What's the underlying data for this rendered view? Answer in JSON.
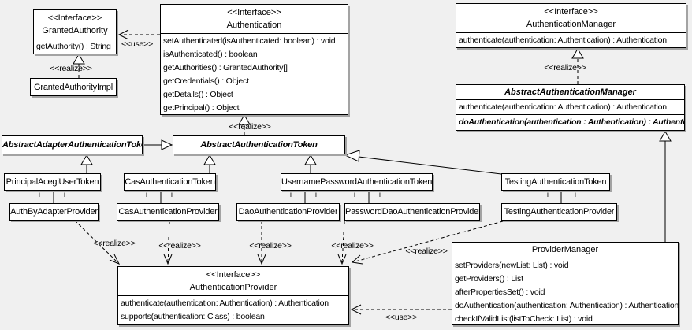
{
  "labels": {
    "use": "<<use>>",
    "realize": "<<realize>>",
    "plus": "+"
  },
  "classes": {
    "granted_authority": {
      "stereotype": "<<Interface>>",
      "name": "GrantedAuthority",
      "methods": [
        "getAuthority() : String"
      ]
    },
    "granted_authority_impl": {
      "name": "GrantedAuthorityImpl"
    },
    "authentication": {
      "stereotype": "<<Interface>>",
      "name": "Authentication",
      "methods": [
        "setAuthenticated(isAuthenticated: boolean) : void",
        "isAuthenticated() : boolean",
        "getAuthorities() : GrantedAuthority[]",
        "getCredentials() : Object",
        "getDetails() : Object",
        "getPrincipal() : Object"
      ]
    },
    "authentication_manager": {
      "stereotype": "<<Interface>>",
      "name": "AuthenticationManager",
      "methods": [
        "authenticate(authentication: Authentication) : Authentication"
      ]
    },
    "abstract_authentication_manager": {
      "name": "AbstractAuthenticationManager",
      "methods": [
        "authenticate(authentication: Authentication) : Authentication",
        "doAuthentication(authentication : Authentication) : Authentication"
      ]
    },
    "abstract_adapter_authentication_token": {
      "name": "AbstractAdapterAuthenticationToken"
    },
    "abstract_authentication_token": {
      "name": "AbstractAuthenticationToken"
    },
    "principal_acegi_user_token": {
      "name": "PrincipalAcegiUserToken"
    },
    "cas_authentication_token": {
      "name": "CasAuthenticationToken"
    },
    "username_password_authentication_token": {
      "name": "UsernamePasswordAuthenticationToken"
    },
    "testing_authentication_token": {
      "name": "TestingAuthenticationToken"
    },
    "auth_by_adapter_provider": {
      "name": "AuthByAdapterProvider"
    },
    "cas_authentication_provider": {
      "name": "CasAuthenticationProvider"
    },
    "dao_authentication_provider": {
      "name": "DaoAuthenticationProvider"
    },
    "password_dao_authentication_provider": {
      "name": "PasswordDaoAuthenticationProvider"
    },
    "testing_authentication_provider": {
      "name": "TestingAuthenticationProvider"
    },
    "provider_manager": {
      "name": "ProviderManager",
      "methods": [
        "setProviders(newList: List) : void",
        "getProviders() : List",
        "afterPropertiesSet() : void",
        "doAuthentication(authentication: Authentication) : Authentication",
        "checkIfValidList(listToCheck: List) : void"
      ]
    },
    "authentication_provider": {
      "stereotype": "<<Interface>>",
      "name": "AuthenticationProvider",
      "methods": [
        "authenticate(authentication: Authentication) : Authentication",
        "supports(authentication: Class) : boolean"
      ]
    }
  },
  "colors": {
    "background": "#f0f0f0",
    "box_fill": "#ffffff",
    "line": "#000000",
    "shadow": "#a3a3a3"
  }
}
